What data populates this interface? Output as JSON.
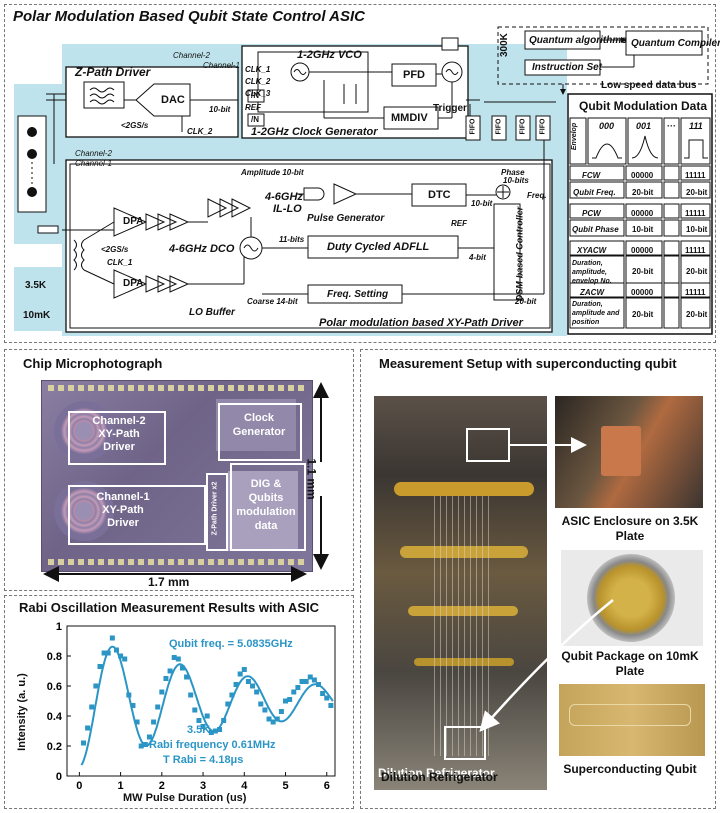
{
  "block_diagram": {
    "title": "Polar Modulation Based Qubit State Control ASIC",
    "temps": {
      "t300k": "300K",
      "t35k": "3.5K",
      "t10mk": "10mK"
    },
    "host": {
      "quantum_algorithms": "Quantum algorithms",
      "quantum_compiler": "Quantum Compiler",
      "instruction_set": "Instruction Set",
      "low_speed_bus": "Low speed data bus"
    },
    "zpath": {
      "title": "Z-Path  Driver",
      "channel2": "Channel-2",
      "channel1": "Channel-1",
      "dac": "DAC",
      "bits": "10-bit",
      "rate": "<2GS/s",
      "clk": "CLK_2"
    },
    "clockgen": {
      "title": "1-2GHz Clock Generator",
      "vco": "1-2GHz VCO",
      "pfd": "PFD",
      "mmdiv": "MMDIV",
      "clk1": "CLK_1",
      "clk2": "CLK_2",
      "clk3": "CLK_3",
      "ref": "REF",
      "div": "/N",
      "trigger": "Trigger"
    },
    "fifo": "FIFO",
    "qmd": {
      "title": "Qubit Modulation Data",
      "envelop": "Envelop",
      "e000": "000",
      "e001": "001",
      "dots": "···",
      "e111": "111",
      "fcw": "FCW",
      "fcw_start": "00000",
      "fcw_end": "11111",
      "fcw_label": "Qubit Freq.",
      "fcw_bits": "20-bit",
      "pcw": "PCW",
      "pcw_start": "00000",
      "pcw_end": "11111",
      "pcw_label": "Qubit Phase",
      "pcw_bits": "10-bit",
      "xyacw": "XYACW",
      "xyacw_start": "00000",
      "xyacw_end": "11111",
      "xyacw_label": "Duration, amplitude, envelop No.",
      "xyacw_bits": "20-bit",
      "zacw": "ZACW",
      "zacw_start": "00000",
      "zacw_end": "11111",
      "zacw_label": "Duration, amplitude and position",
      "zacw_bits": "20-bit"
    },
    "xypath": {
      "title": "Polar modulation based XY-Path  Driver",
      "channel2": "Channel-2",
      "channel1": "Channel-1",
      "amplitude": "Amplitude  10-bit",
      "phase": "Phase",
      "phase_bits": "10-bits",
      "freq": "Freq.",
      "dpa": "DPA",
      "rate": "<2GS/s",
      "clk": "CLK_1",
      "ilo": "4-6GHz",
      "ilo2": "IL-LO",
      "pulse": "Pulse Generator",
      "dtc": "DTC",
      "dtc_bits": "10-bit",
      "ref": "REF",
      "dco": "4-6GHz DCO",
      "adfll": "Duty Cycled ADFLL",
      "bits11": "11-bits",
      "bits4": "4-bit",
      "dsm": "DSM-based Controller",
      "freq_setting": "Freq. Setting",
      "coarse": "Coarse 14-bit",
      "bits20": "20-bit",
      "lo_buffer": "LO Buffer"
    }
  },
  "chip": {
    "title": "Chip Microphotograph",
    "ch2": "Channel-2 XY-Path Driver",
    "ch1": "Channel-1 XY-Path Driver",
    "clock": "Clock Generator",
    "zpath": "Z-Path Driver x2",
    "dig": "DIG & Qubits modulation data",
    "height": "1.1 mm",
    "width": "1.7 mm"
  },
  "setup": {
    "title": "Measurement Setup with superconducting qubit",
    "fridge": "Dilution Refrigerator",
    "enclosure": "ASIC Enclosure on 3.5K Plate",
    "package": "Qubit Package on 10mK Plate",
    "qubit": "Superconducting Qubit"
  },
  "chart_data": {
    "type": "scatter",
    "title": "Rabi Oscillation Measurement Results with ASIC",
    "xlabel": "MW Pulse Duration (us)",
    "ylabel": "Intensity (a. u.)",
    "xlim": [
      -0.3,
      6.2
    ],
    "ylim": [
      0,
      1.0
    ],
    "xticks": [
      0,
      1,
      2,
      3,
      4,
      5,
      6
    ],
    "yticks": [
      0,
      0.2,
      0.4,
      0.6,
      0.8,
      1
    ],
    "grid": false,
    "annotations": [
      "Qubit freq. = 5.0835GHz",
      "3.5K",
      "Rabi frequency 0.61MHz",
      "T Rabi = 4.18μs"
    ],
    "colors": {
      "series": "#2b96c6",
      "annotation": "#2b96c6"
    },
    "fit": {
      "amplitude": 0.44,
      "frequency_mhz": 0.61,
      "decay_us": 4.18,
      "offset": 0.5
    },
    "series": [
      {
        "x": [
          0.1,
          0.2,
          0.3,
          0.4,
          0.5,
          0.6,
          0.7,
          0.8,
          0.9,
          1.0,
          1.1,
          1.2,
          1.3,
          1.4,
          1.5,
          1.6,
          1.7,
          1.8,
          1.9,
          2.0,
          2.1,
          2.2,
          2.3,
          2.4,
          2.5,
          2.6,
          2.7,
          2.8,
          2.9,
          3.0,
          3.1,
          3.2,
          3.3,
          3.4,
          3.5,
          3.6,
          3.7,
          3.8,
          3.9,
          4.0,
          4.1,
          4.2,
          4.3,
          4.4,
          4.5,
          4.6,
          4.7,
          4.8,
          4.9,
          5.0,
          5.1,
          5.2,
          5.3,
          5.4,
          5.5,
          5.6,
          5.7,
          5.8,
          5.9,
          6.0,
          6.1
        ],
        "y": [
          0.22,
          0.32,
          0.46,
          0.6,
          0.73,
          0.82,
          0.82,
          0.92,
          0.84,
          0.8,
          0.78,
          0.54,
          0.47,
          0.36,
          0.2,
          0.21,
          0.26,
          0.36,
          0.46,
          0.56,
          0.65,
          0.7,
          0.79,
          0.78,
          0.72,
          0.66,
          0.54,
          0.44,
          0.37,
          0.33,
          0.4,
          0.29,
          0.3,
          0.31,
          0.37,
          0.48,
          0.54,
          0.61,
          0.68,
          0.71,
          0.63,
          0.6,
          0.56,
          0.48,
          0.44,
          0.38,
          0.36,
          0.38,
          0.43,
          0.5,
          0.51,
          0.56,
          0.59,
          0.63,
          0.63,
          0.66,
          0.64,
          0.61,
          0.55,
          0.52,
          0.47
        ]
      }
    ]
  }
}
